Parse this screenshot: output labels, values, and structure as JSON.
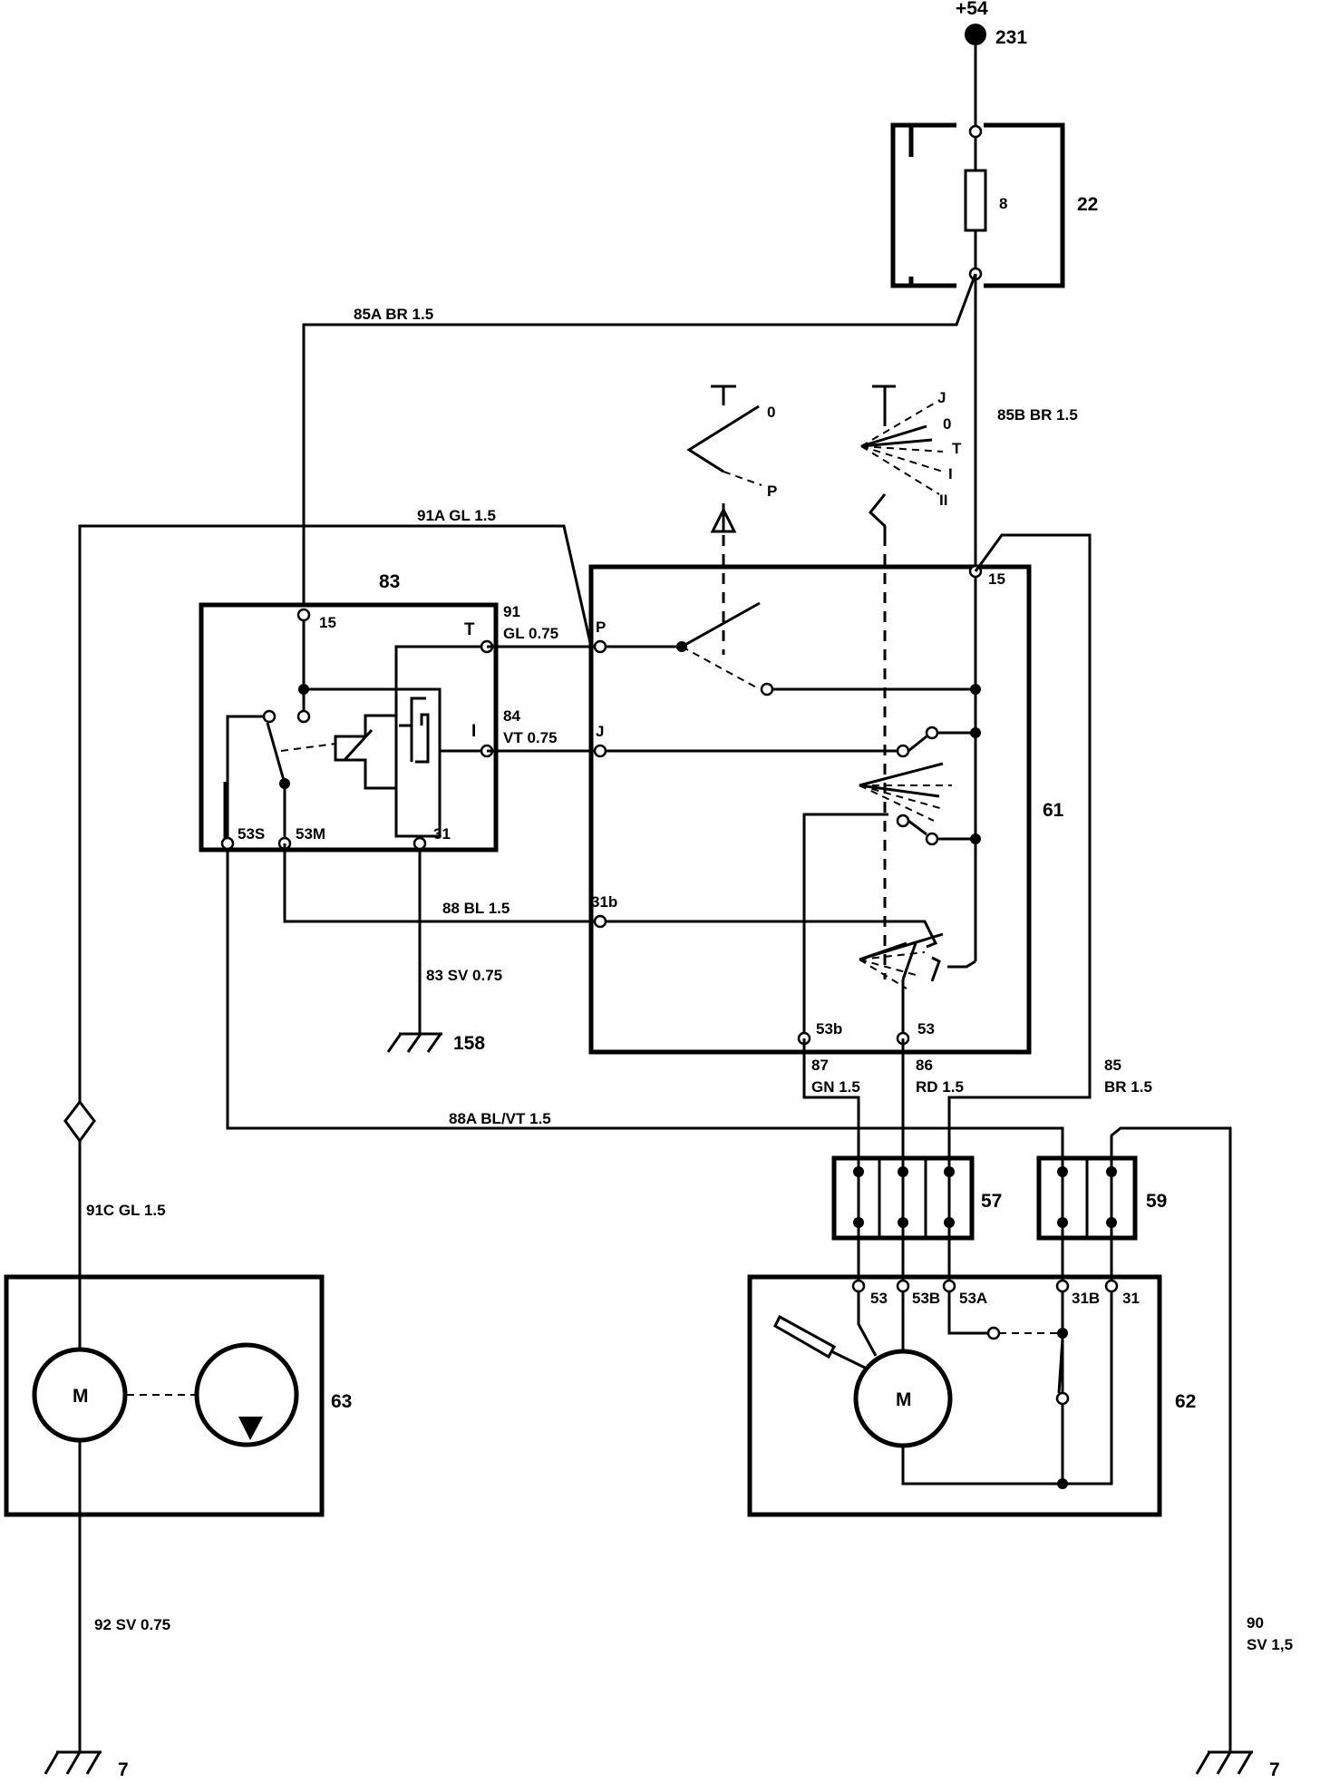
{
  "supply": {
    "voltage": "+54",
    "terminal": "231"
  },
  "components": {
    "fuse_box": "22",
    "fuse": "8",
    "relay": "83",
    "wiper_switch": "61",
    "connector_a": "57",
    "connector_b": "59",
    "wiper_motor": "62",
    "washer_pump": "63",
    "ground_relay": "158",
    "ground_left": "7",
    "ground_right": "7"
  },
  "wires": {
    "w85a": "85A BR 1.5",
    "w85b": "85B BR 1.5",
    "w91a": "91A GL 1.5",
    "w91_num": "91",
    "w91_spec": "GL 0.75",
    "w84_num": "84",
    "w84_spec": "VT 0.75",
    "w88": "88 BL 1.5",
    "w83": "83 SV 0.75",
    "w87_num": "87",
    "w87_spec": "GN 1.5",
    "w86_num": "86",
    "w86_spec": "RD 1.5",
    "w85_num": "85",
    "w85_spec": "BR 1.5",
    "w88a": "88A BL/VT 1.5",
    "w91c": "91C GL 1.5",
    "w92": "92 SV 0.75",
    "w90_num": "90",
    "w90_spec": "SV 1,5"
  },
  "terminals": {
    "relay_15": "15",
    "relay_T": "T",
    "relay_I": "I",
    "relay_53s": "53S",
    "relay_53m": "53M",
    "relay_31": "31",
    "sw_P": "P",
    "sw_J": "J",
    "sw_15": "15",
    "sw_31b": "31b",
    "sw_53b": "53b",
    "sw_53": "53",
    "motor_53": "53",
    "motor_53B": "53B",
    "motor_53A": "53A",
    "motor_31B": "31B",
    "motor_31": "31",
    "motor_M": "M",
    "pump_M": "M"
  },
  "positions": {
    "left_0": "0",
    "left_P": "P",
    "right_J": "J",
    "right_0": "0",
    "right_T": "T",
    "right_I": "I",
    "right_II": "II"
  }
}
